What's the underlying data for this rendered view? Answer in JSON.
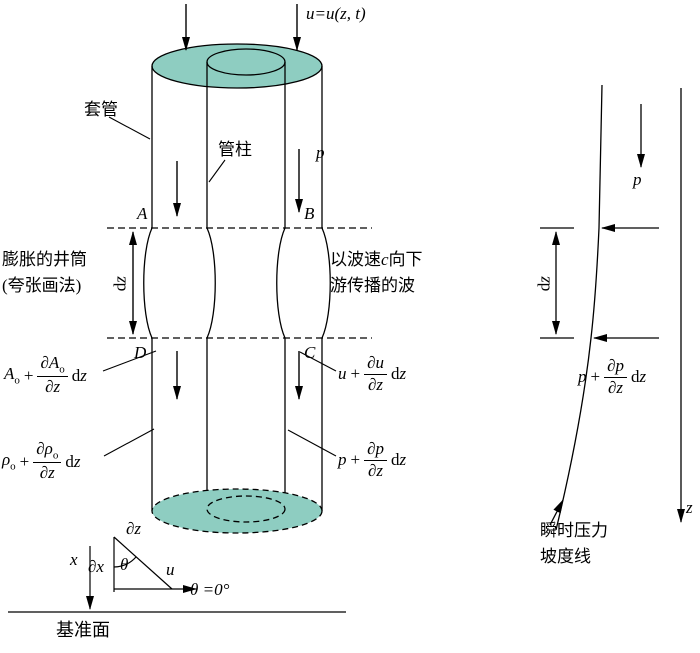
{
  "colors": {
    "fluid_teal": "#8ecdc1",
    "ink": "#000000"
  },
  "labels": {
    "velocity_top": "u=u(z, t)",
    "casing": "套管",
    "pipe_string": "管柱",
    "pressure": "p",
    "point_a": "A",
    "point_b": "B",
    "point_c": "C",
    "point_d": "D",
    "dz_d": "d",
    "dz_var": "z",
    "expanded_line1": "膨胀的井筒",
    "expanded_line2": "(夸张画法)",
    "wave_pre": "以波速",
    "wave_c": "c",
    "wave_mid": "向下",
    "wave_line2": "游传播的波",
    "datum": "基准面",
    "axis_x": "x",
    "axis_z": "z",
    "velocity_u": "u",
    "theta": "θ",
    "theta_zero": "θ =0°",
    "partial_x": "∂x",
    "partial_z": "∂z",
    "pressure_right": "p",
    "gradient_line1": "瞬时压力",
    "gradient_line2": "坡度线"
  },
  "formulas": {
    "area": {
      "lead": "A",
      "lead_sub": "o",
      "op": "+",
      "num": "∂A",
      "num_sub": "o",
      "den": "∂z",
      "d": "d",
      "var": "z"
    },
    "velocity": {
      "lead": "u",
      "op": "+",
      "num": "∂u",
      "den": "∂z",
      "d": "d",
      "var": "z"
    },
    "density": {
      "lead": "ρ",
      "lead_sub": "o",
      "op": "+",
      "num": "∂ρ",
      "num_sub": "o",
      "den": "∂z",
      "d": "d",
      "var": "z"
    },
    "pressure": {
      "lead": "p",
      "op": "+",
      "num": "∂p",
      "den": "∂z",
      "d": "d",
      "var": "z"
    },
    "pressure_right": {
      "lead": "p",
      "op": "+",
      "num": "∂p",
      "den": "∂z",
      "d": "d",
      "var": "z"
    }
  }
}
